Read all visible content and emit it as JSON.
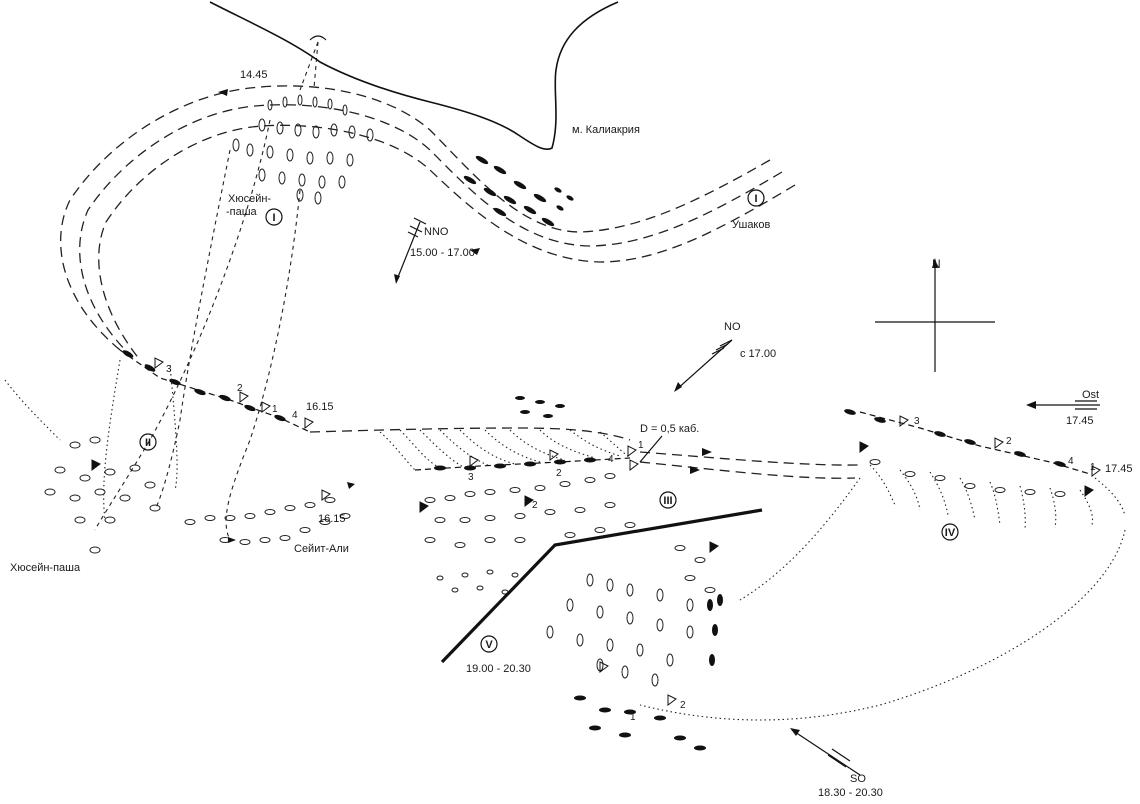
{
  "labels": {
    "cape": "м. Калиакрия",
    "ushakov": "Ушаков",
    "husein_pasha_top": "Хюсейн-",
    "husein_pasha_top2": "-паша",
    "husein_pasha_left": "Хюсейн-паша",
    "seyit_ali": "Сейит-Али",
    "distance": "D = 0,5 каб."
  },
  "times": {
    "t1445": "14.45",
    "t1615a": "16.15",
    "t1615b": "16.15",
    "t1745": "17.45",
    "t1900_2030": "19.00 - 20.30"
  },
  "phases": [
    "I",
    "I",
    "II",
    "III",
    "IV",
    "V"
  ],
  "flag_numbers": [
    "1",
    "2",
    "3",
    "4"
  ],
  "compass": {
    "north": "N"
  },
  "winds": [
    {
      "direction": "NNO",
      "time": "15.00 - 17.00"
    },
    {
      "direction": "NO",
      "time": "с 17.00"
    },
    {
      "direction": "Ost",
      "time": "17.45"
    },
    {
      "direction": "SO",
      "time": "18.30 - 20.30"
    }
  ],
  "colors": {
    "ink": "#111111",
    "paper": "#ffffff"
  }
}
